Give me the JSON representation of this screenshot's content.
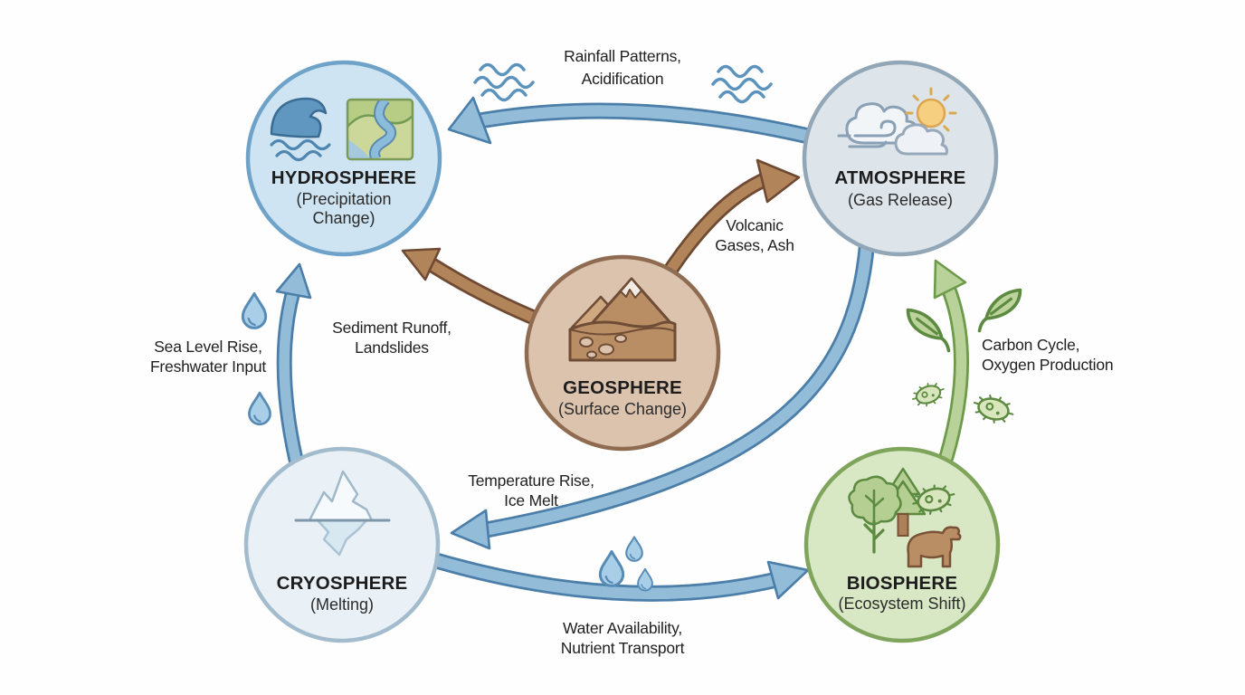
{
  "diagram": {
    "type": "earth-spheres-interaction-cycle",
    "background": "#fefefe",
    "text_color": "#212121"
  },
  "nodes": {
    "hydrosphere": {
      "title": "HYDROSPHERE",
      "subtitle_lines": [
        "(Precipitation",
        "Change)"
      ],
      "fill": "#cfe4f2",
      "border": "#6ea2c8",
      "icons": [
        "ocean-wave-icon",
        "river-landscape-icon"
      ]
    },
    "atmosphere": {
      "title": "ATMOSPHERE",
      "subtitle_lines": [
        "(Gas Release)"
      ],
      "fill": "#dde4ea",
      "border": "#91a6b6",
      "icons": [
        "cloud-icon",
        "wind-icon",
        "sun-icon"
      ]
    },
    "geosphere": {
      "title": "GEOSPHERE",
      "subtitle_lines": [
        "(Surface Change)"
      ],
      "fill": "#dcc3ad",
      "border": "#8f6b51",
      "icons": [
        "mountain-icon",
        "soil-rocks-icon"
      ]
    },
    "cryosphere": {
      "title": "CRYOSPHERE",
      "subtitle_lines": [
        "(Melting)"
      ],
      "fill": "#e9f1f7",
      "border": "#a3bccd",
      "icons": [
        "iceberg-icon"
      ]
    },
    "biosphere": {
      "title": "BIOSPHERE",
      "subtitle_lines": [
        "(Ecosystem Shift)"
      ],
      "fill": "#d8e7c4",
      "border": "#7fa55c",
      "icons": [
        "tree-icon",
        "conifer-icon",
        "microbe-icon",
        "bear-icon"
      ]
    }
  },
  "edges": {
    "atmosphere_to_hydrosphere": {
      "from": "atmosphere",
      "to": "hydrosphere",
      "label_lines": [
        "Rainfall Patterns,",
        "Acidification"
      ],
      "fill": "#93bcd9",
      "stroke": "#4b7ea8",
      "decoration": "wavy-water-lines"
    },
    "geosphere_to_atmosphere": {
      "from": "geosphere",
      "to": "atmosphere",
      "label_lines": [
        "Volcanic",
        "Gases, Ash"
      ],
      "fill": "#b28459",
      "stroke": "#6f4a33"
    },
    "geosphere_to_hydrosphere": {
      "from": "geosphere",
      "to": "hydrosphere",
      "label_lines": [
        "Sediment Runoff,",
        "Landslides"
      ],
      "fill": "#b28459",
      "stroke": "#6f4a33"
    },
    "cryosphere_to_hydrosphere": {
      "from": "cryosphere",
      "to": "hydrosphere",
      "label_lines": [
        "Sea Level Rise,",
        "Freshwater Input"
      ],
      "fill": "#93bcd9",
      "stroke": "#4b7ea8",
      "decoration": "water-drops"
    },
    "atmosphere_to_cryosphere": {
      "from": "atmosphere",
      "to": "cryosphere",
      "label_lines": [
        "Temperature Rise,",
        "Ice Melt"
      ],
      "fill": "#93bcd9",
      "stroke": "#4b7ea8"
    },
    "biosphere_to_atmosphere": {
      "from": "biosphere",
      "to": "atmosphere",
      "label_lines": [
        "Carbon Cycle,",
        "Oxygen Production"
      ],
      "fill": "#b8d29a",
      "stroke": "#6d9a4b",
      "decoration": "leaves-and-microbes"
    },
    "cryosphere_to_biosphere": {
      "from": "cryosphere",
      "to": "biosphere",
      "label_lines": [
        "Water Availability,",
        "Nutrient Transport"
      ],
      "fill": "#93bcd9",
      "stroke": "#4b7ea8",
      "decoration": "water-drops"
    }
  }
}
